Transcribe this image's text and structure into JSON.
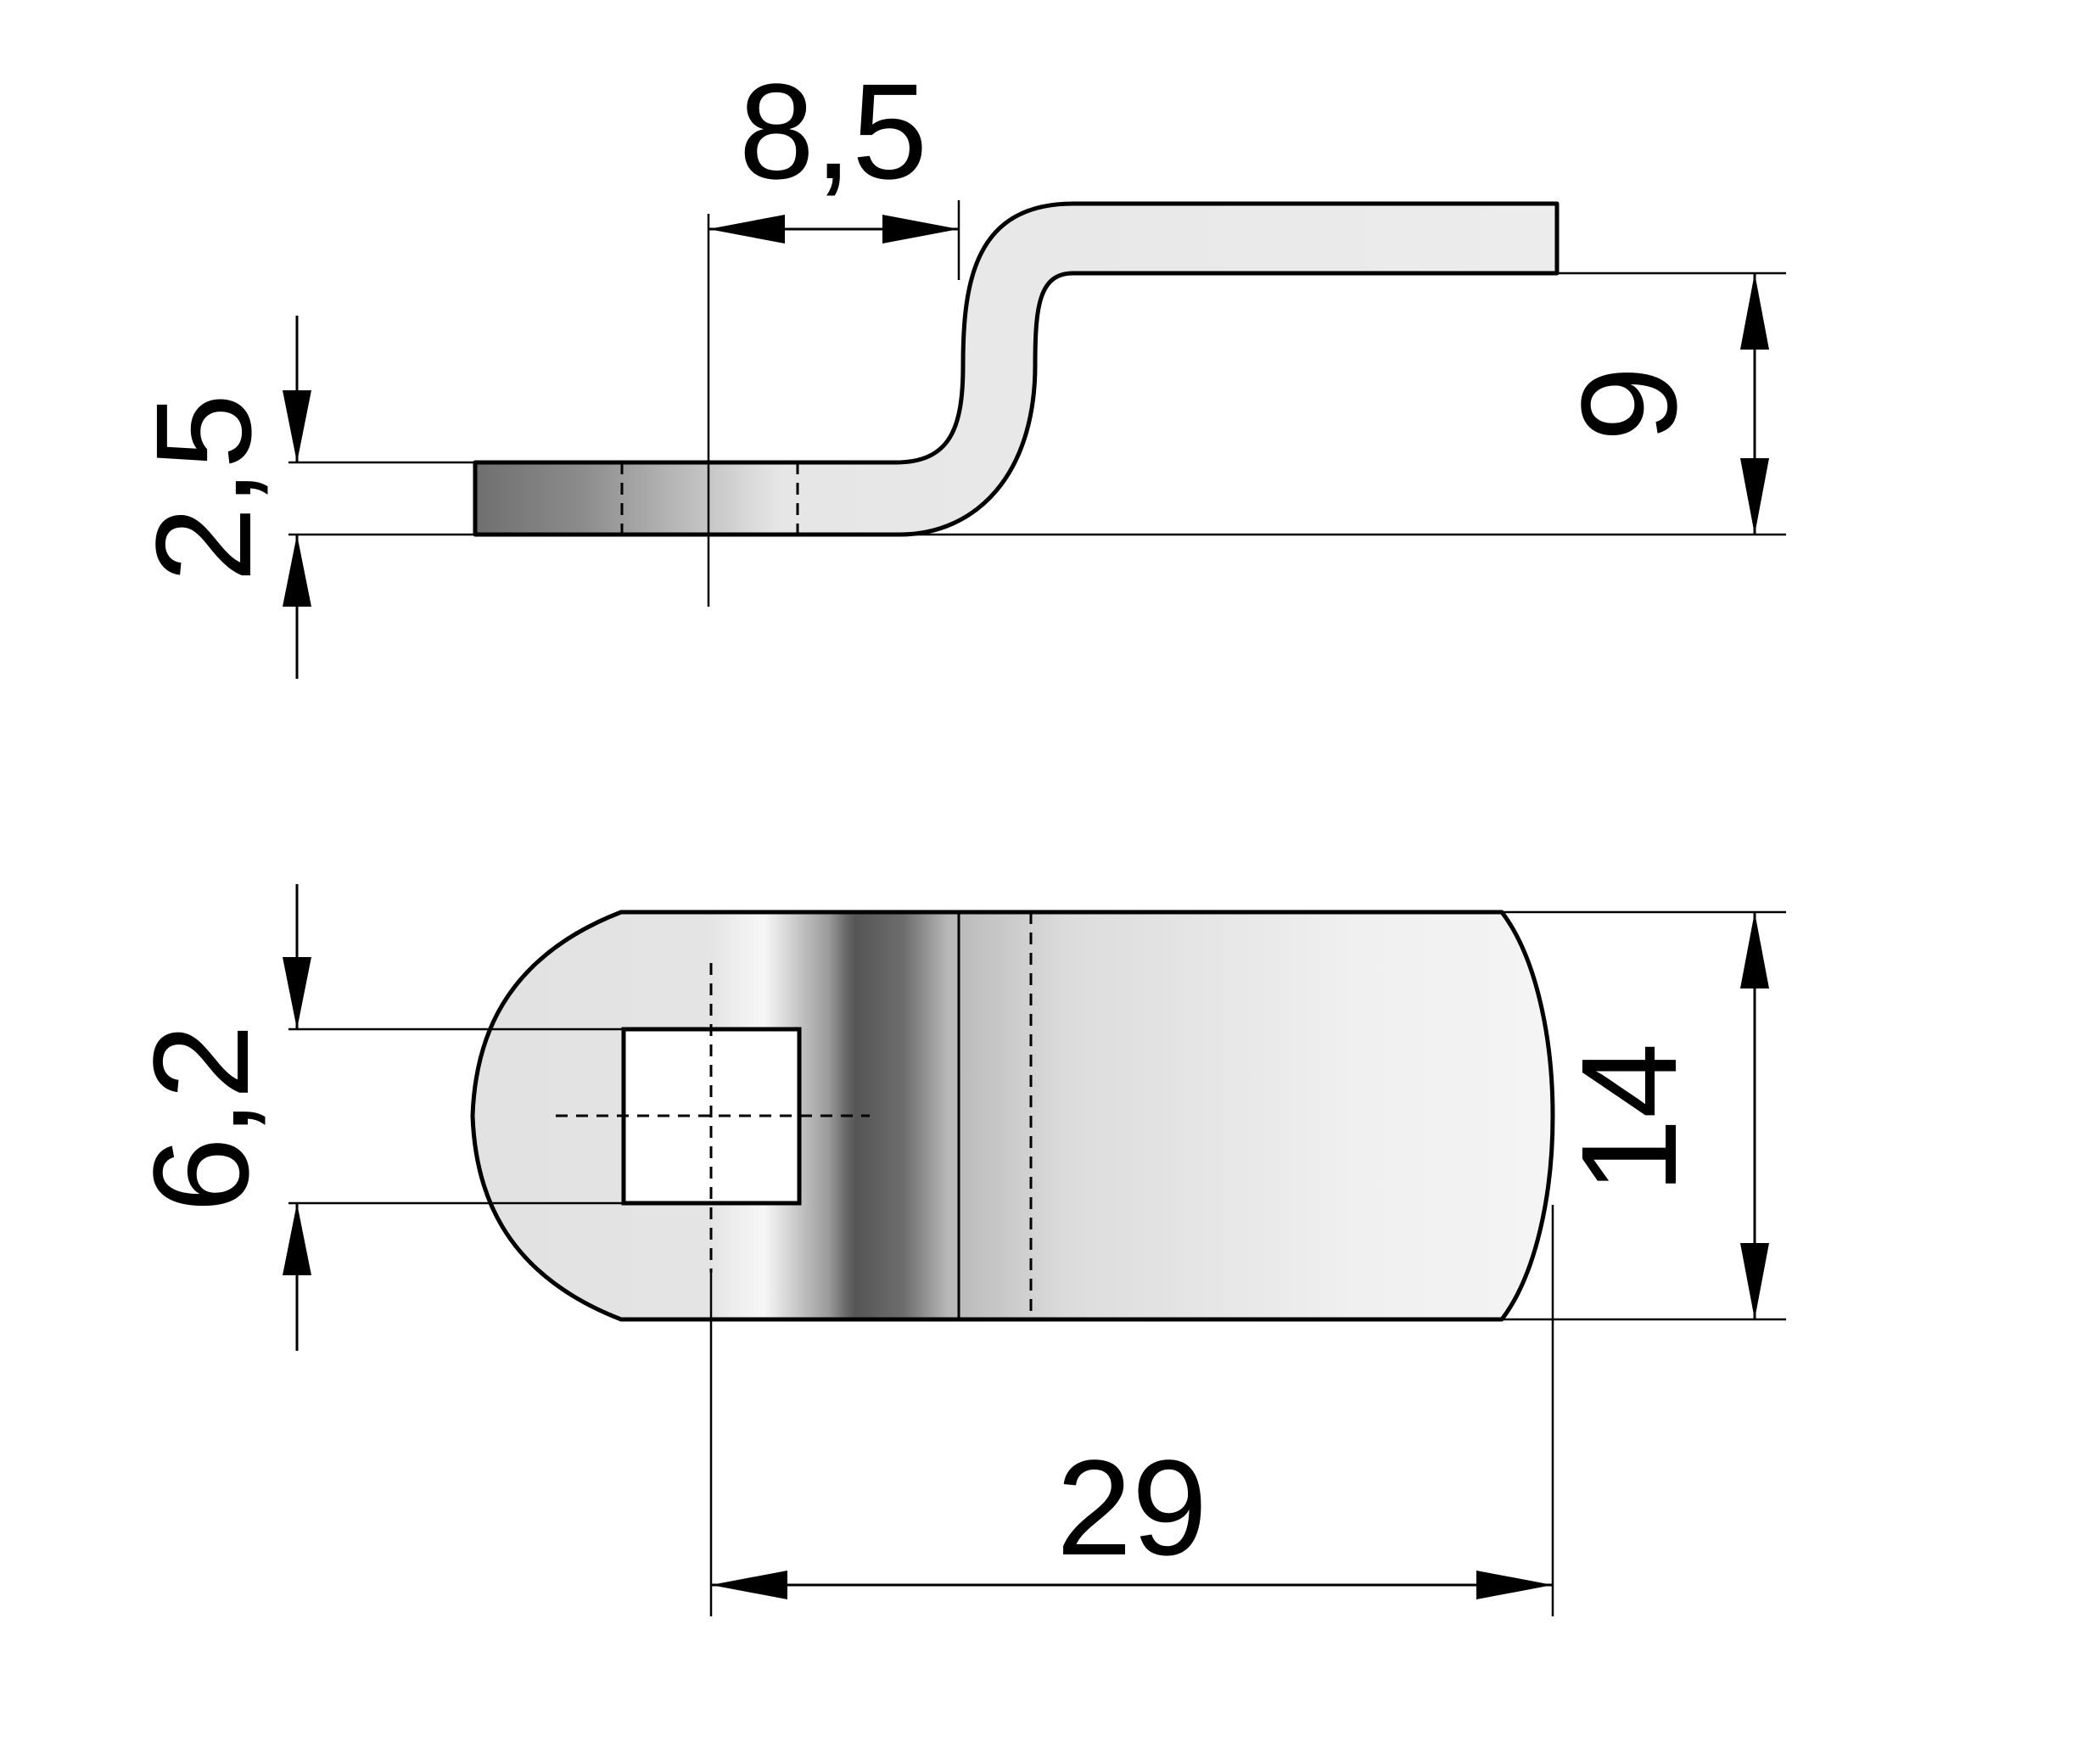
{
  "dimensions": {
    "top_width": "8,5",
    "height": "9",
    "thickness": "2,5",
    "hole": "6,2",
    "width": "14",
    "length": "29"
  },
  "colors": {
    "line": "#000000",
    "metal_light": "#ececec",
    "metal_dark": "#6f6f6f"
  }
}
